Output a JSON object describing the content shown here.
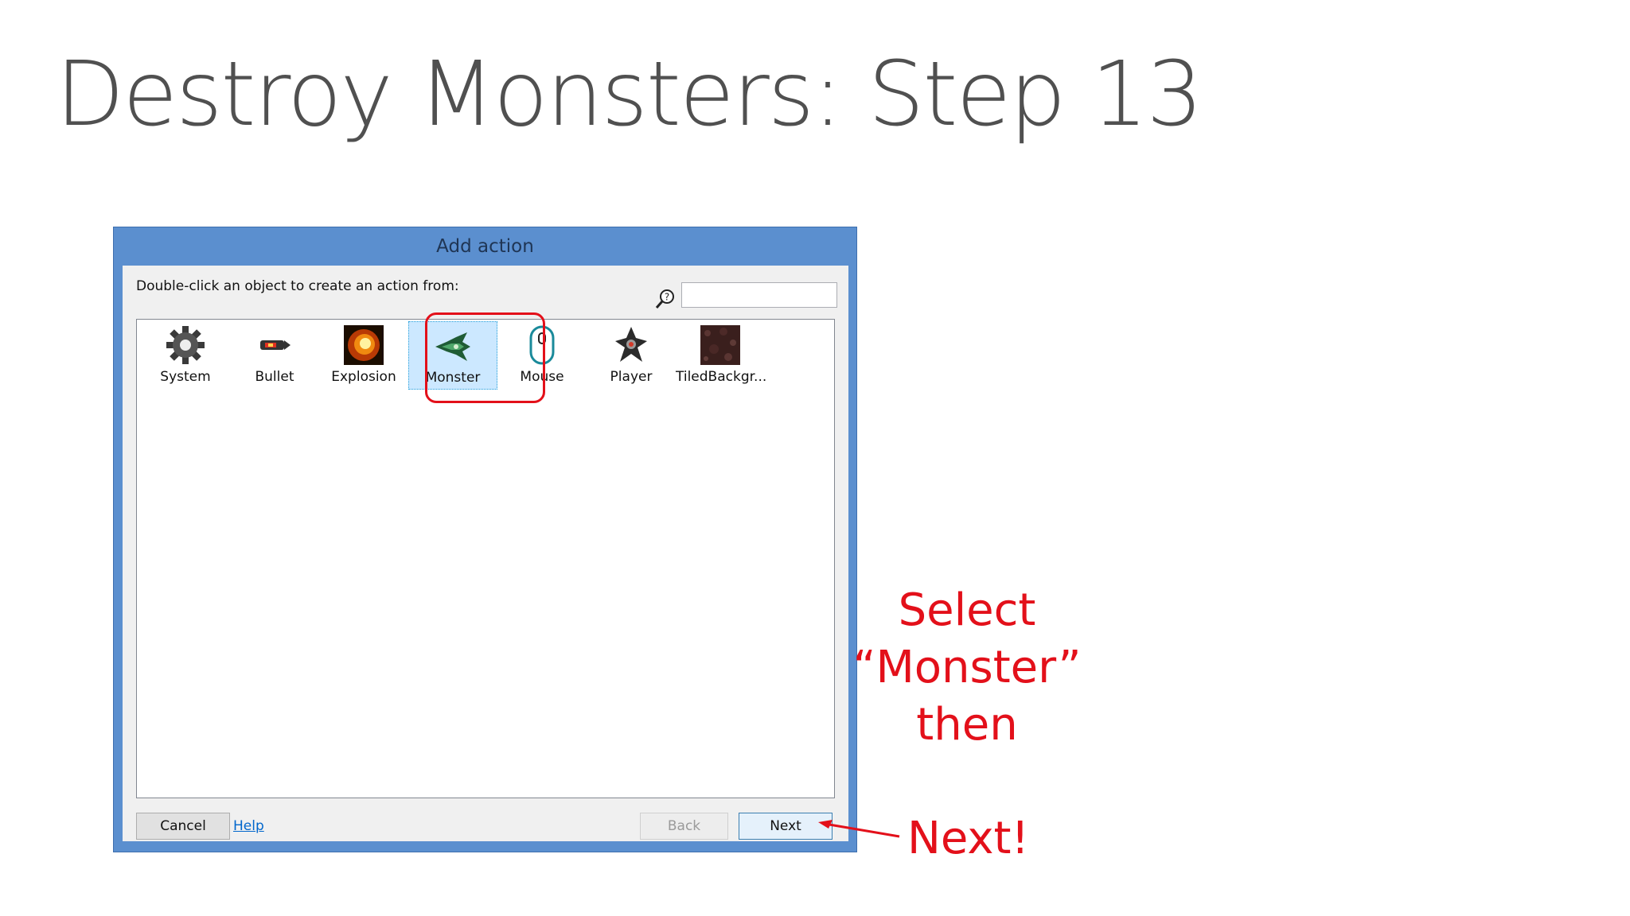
{
  "slide": {
    "title": "Destroy Monsters: Step 13"
  },
  "dialog": {
    "title": "Add action",
    "instruction": "Double-click an object to create an action from:",
    "search": {
      "value": "",
      "placeholder": ""
    },
    "objects": [
      {
        "label": "System",
        "icon": "gear-icon"
      },
      {
        "label": "Bullet",
        "icon": "bullet-icon"
      },
      {
        "label": "Explosion",
        "icon": "explosion-icon"
      },
      {
        "label": "Monster",
        "icon": "monster-icon",
        "selected": true
      },
      {
        "label": "Mouse",
        "icon": "mouse-icon"
      },
      {
        "label": "Player",
        "icon": "player-icon"
      },
      {
        "label": "TiledBackgr...",
        "icon": "tiled-background-icon"
      }
    ],
    "buttons": {
      "cancel": "Cancel",
      "help": "Help",
      "back": "Back",
      "next": "Next"
    }
  },
  "annotations": {
    "select_line1": "Select",
    "select_line2": "“Monster”",
    "select_line3": "then",
    "next": "Next!"
  },
  "colors": {
    "title_bar": "#5b8fcf",
    "annotation": "#e3101a",
    "selection": "#cce8ff"
  }
}
